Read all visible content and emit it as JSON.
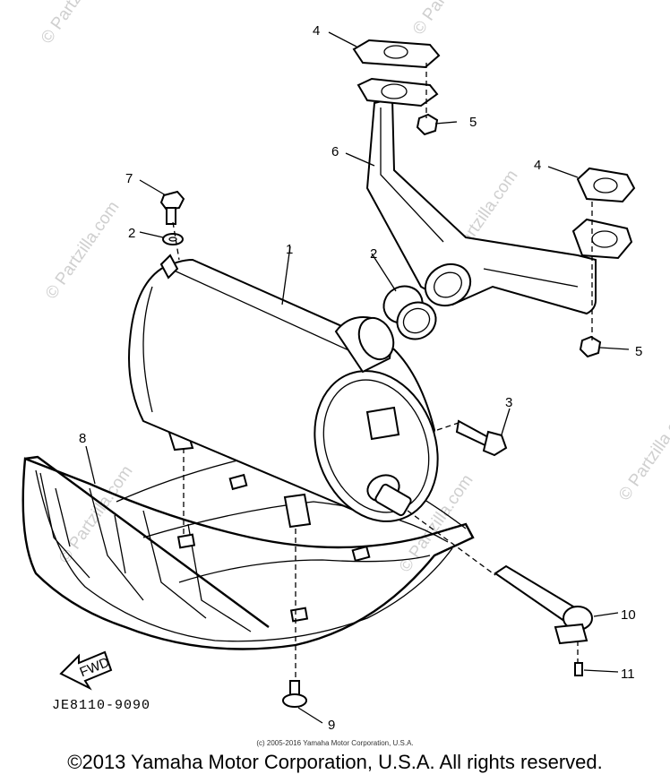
{
  "diagram": {
    "callouts": [
      {
        "id": "c1",
        "label": "1"
      },
      {
        "id": "c2a",
        "label": "2"
      },
      {
        "id": "c2b",
        "label": "2"
      },
      {
        "id": "c3",
        "label": "3"
      },
      {
        "id": "c4a",
        "label": "4"
      },
      {
        "id": "c4b",
        "label": "4"
      },
      {
        "id": "c5a",
        "label": "5"
      },
      {
        "id": "c5b",
        "label": "5"
      },
      {
        "id": "c6",
        "label": "6"
      },
      {
        "id": "c7",
        "label": "7"
      },
      {
        "id": "c8",
        "label": "8"
      },
      {
        "id": "c9",
        "label": "9"
      },
      {
        "id": "c10",
        "label": "10"
      },
      {
        "id": "c11",
        "label": "11"
      }
    ],
    "fwd_arrow_label": "FWD",
    "doc_code": "JE8110-9090",
    "watermark": "© Partzilla.com"
  },
  "footer": {
    "small_copyright": "(c) 2005-2016 Yamaha Motor Corporation, U.S.A.",
    "copyright": "©2013 Yamaha Motor Corporation, U.S.A. All rights reserved."
  }
}
